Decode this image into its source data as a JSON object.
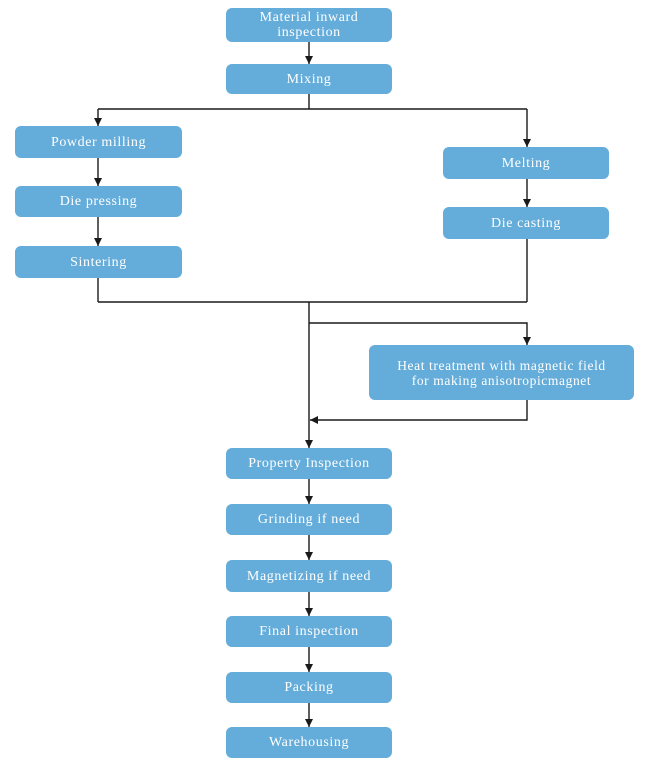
{
  "colors": {
    "box": "#64acd9",
    "box_text": "#ffffff",
    "line": "#1a1a1a",
    "background": "#ffffff"
  },
  "steps": {
    "material_inward_inspection": "Material inward\ninspection",
    "mixing": "Mixing",
    "powder_milling": "Powder milling",
    "die_pressing": "Die pressing",
    "sintering": "Sintering",
    "melting": "Melting",
    "die_casting": "Die casting",
    "heat_treatment": "Heat treatment with magnetic field\nfor making anisotropicmagnet",
    "property_inspection": "Property Inspection",
    "grinding": "Grinding if need",
    "magnetizing": "Magnetizing if need",
    "final_inspection": "Final inspection",
    "packing": "Packing",
    "warehousing": "Warehousing"
  }
}
